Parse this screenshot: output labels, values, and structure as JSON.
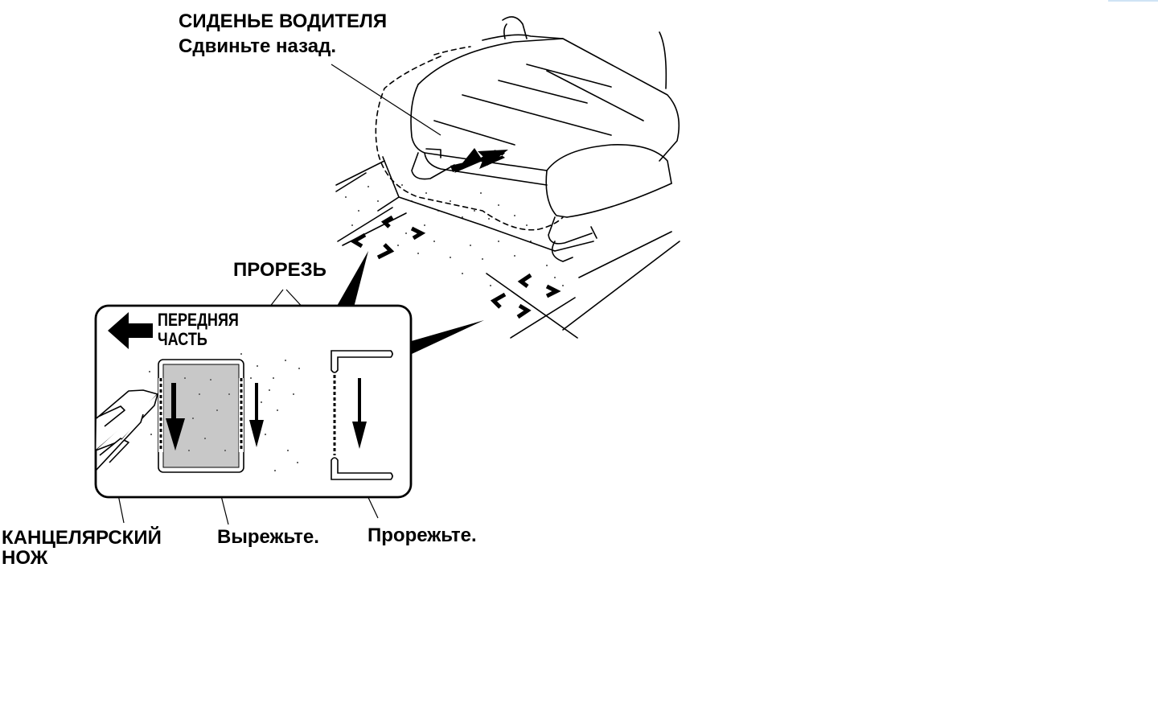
{
  "labels": {
    "seat_title": "СИДЕНЬЕ ВОДИТЕЛЯ",
    "seat_instruction": "Сдвиньте назад.",
    "slit": "ПРОРЕЗЬ",
    "front_line1": "ПЕРЕДНЯЯ",
    "front_line2": "ЧАСТЬ",
    "knife_line1": "КАНЦЕЛЯРСКИЙ",
    "knife_line2": "НОЖ",
    "cut_out": "Вырежьте.",
    "slit_through": "Прорежьте."
  },
  "colors": {
    "line": "#000000",
    "cut_area_fill": "#c8c8c8",
    "accent_bar": "#cfe3f5"
  }
}
